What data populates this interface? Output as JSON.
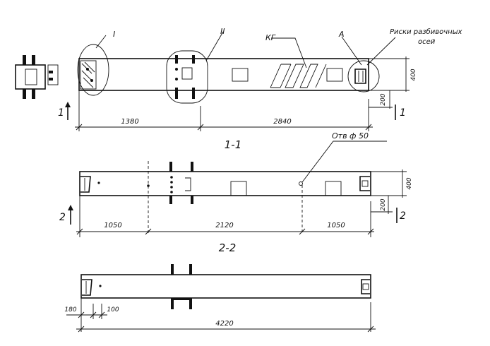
{
  "view_top": {
    "callouts": {
      "detail_1": "I",
      "detail_2": "II",
      "kg": "КГ",
      "a": "A",
      "marks_line1": "Риски разбивочных",
      "marks_line2": "осей"
    },
    "dims": {
      "d1380": "1380",
      "d2840": "2840",
      "d400": "400",
      "d200": "200"
    },
    "section_mark": "1",
    "section_title": "1-1"
  },
  "view_middle": {
    "hole_note": "Отв ф 50",
    "dims": {
      "d1050a": "1050",
      "d2120": "2120",
      "d1050b": "1050",
      "d400": "400",
      "d200": "200"
    },
    "section_mark": "2",
    "section_title": "2-2"
  },
  "view_bottom": {
    "dims": {
      "d180": "180",
      "d100": "100",
      "d4220": "4220"
    }
  }
}
